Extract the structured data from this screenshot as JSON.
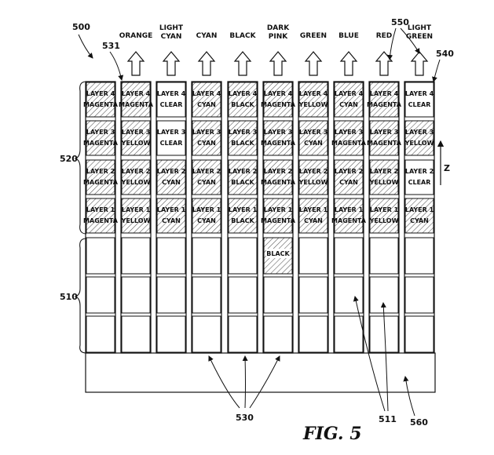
{
  "refs": {
    "r500": "500",
    "r531": "531",
    "r550": "550",
    "r540": "540",
    "r520": "520",
    "r510": "510",
    "r530": "530",
    "r511": "511",
    "r560": "560",
    "z": "Z"
  },
  "figure_label": "FIG. 5",
  "layer_prefix": "LAYER",
  "columns": [
    {
      "header": [
        "ORANGE"
      ],
      "layers": [
        "YELLOW",
        "YELLOW",
        "YELLOW",
        "MAGENTA"
      ],
      "extra": ""
    },
    {
      "header": [
        "LIGHT",
        "CYAN"
      ],
      "layers": [
        "CYAN",
        "CYAN",
        "CLEAR",
        "CLEAR"
      ],
      "extra": ""
    },
    {
      "header": [
        "CYAN"
      ],
      "layers": [
        "CYAN",
        "CYAN",
        "CYAN",
        "CYAN"
      ],
      "extra": ""
    },
    {
      "header": [
        "BLACK"
      ],
      "layers": [
        "BLACK",
        "BLACK",
        "BLACK",
        "BLACK"
      ],
      "extra": ""
    },
    {
      "header": [
        "DARK",
        "PINK"
      ],
      "layers": [
        "MAGENTA",
        "MAGENTA",
        "MAGENTA",
        "MAGENTA"
      ],
      "extra": "BLACK"
    },
    {
      "header": [
        "GREEN"
      ],
      "layers": [
        "CYAN",
        "YELLOW",
        "CYAN",
        "YELLOW"
      ],
      "extra": ""
    },
    {
      "header": [
        "BLUE"
      ],
      "layers": [
        "MAGENTA",
        "CYAN",
        "MAGENTA",
        "CYAN"
      ],
      "extra": ""
    },
    {
      "header": [
        "RED"
      ],
      "layers": [
        "YELLOW",
        "YELLOW",
        "MAGENTA",
        "MAGENTA"
      ],
      "extra": ""
    },
    {
      "header": [
        "LIGHT",
        "GREEN"
      ],
      "layers": [
        "CYAN",
        "CLEAR",
        "YELLOW",
        "CLEAR"
      ],
      "extra": ""
    }
  ],
  "first_column_layers": [
    "MAGENTA",
    "MAGENTA",
    "MAGENTA",
    "MAGENTA"
  ]
}
